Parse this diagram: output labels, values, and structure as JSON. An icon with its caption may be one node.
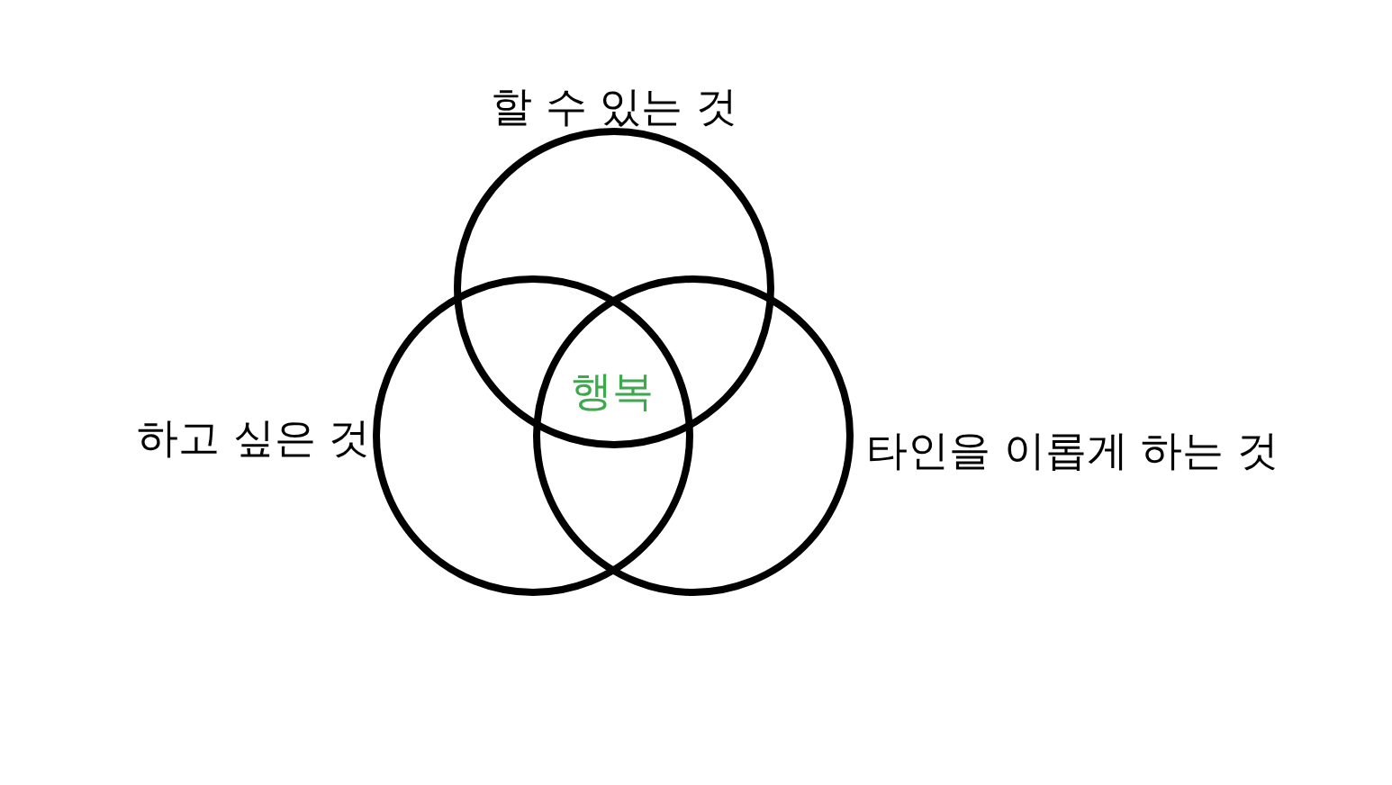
{
  "diagram": {
    "nodes": [
      {
        "text": [
          "할 수 있는 것"
        ]
      },
      {
        "text": [
          "하고 싶은 것"
        ]
      },
      {
        "text": [
          "타인을 이롭게 하는 것"
        ]
      }
    ],
    "labels": [
      "행복"
    ]
  }
}
